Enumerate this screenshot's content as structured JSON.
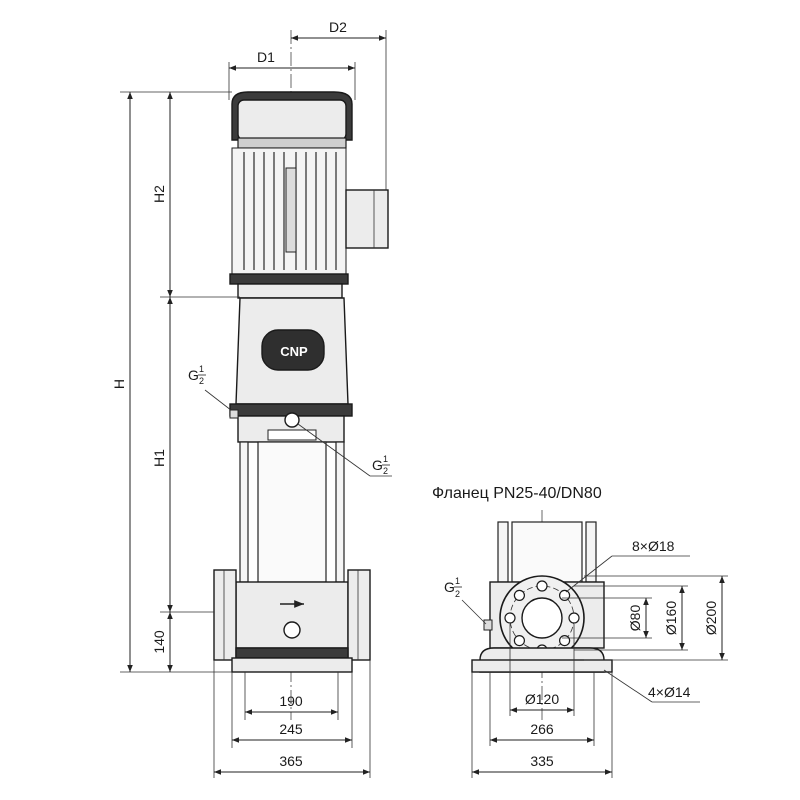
{
  "title": "Фланец PN25-40/DN80",
  "logo_text": "CNP",
  "side_view": {
    "dims": {
      "D1": "D1",
      "D2": "D2",
      "H": "H",
      "H1": "H1",
      "H2": "H2",
      "h140": "140",
      "w190": "190",
      "w245": "245",
      "w365": "365"
    },
    "port_label": "G",
    "port_frac_num": "1",
    "port_frac_den": "2"
  },
  "flange_view": {
    "port_label": "G",
    "port_frac_num": "1",
    "port_frac_den": "2",
    "holes_label": "8×Ø18",
    "d80": "Ø80",
    "d160": "Ø160",
    "d200": "Ø200",
    "d120": "Ø120",
    "foot_holes_label": "4×Ø14",
    "w266": "266",
    "w335": "335"
  }
}
